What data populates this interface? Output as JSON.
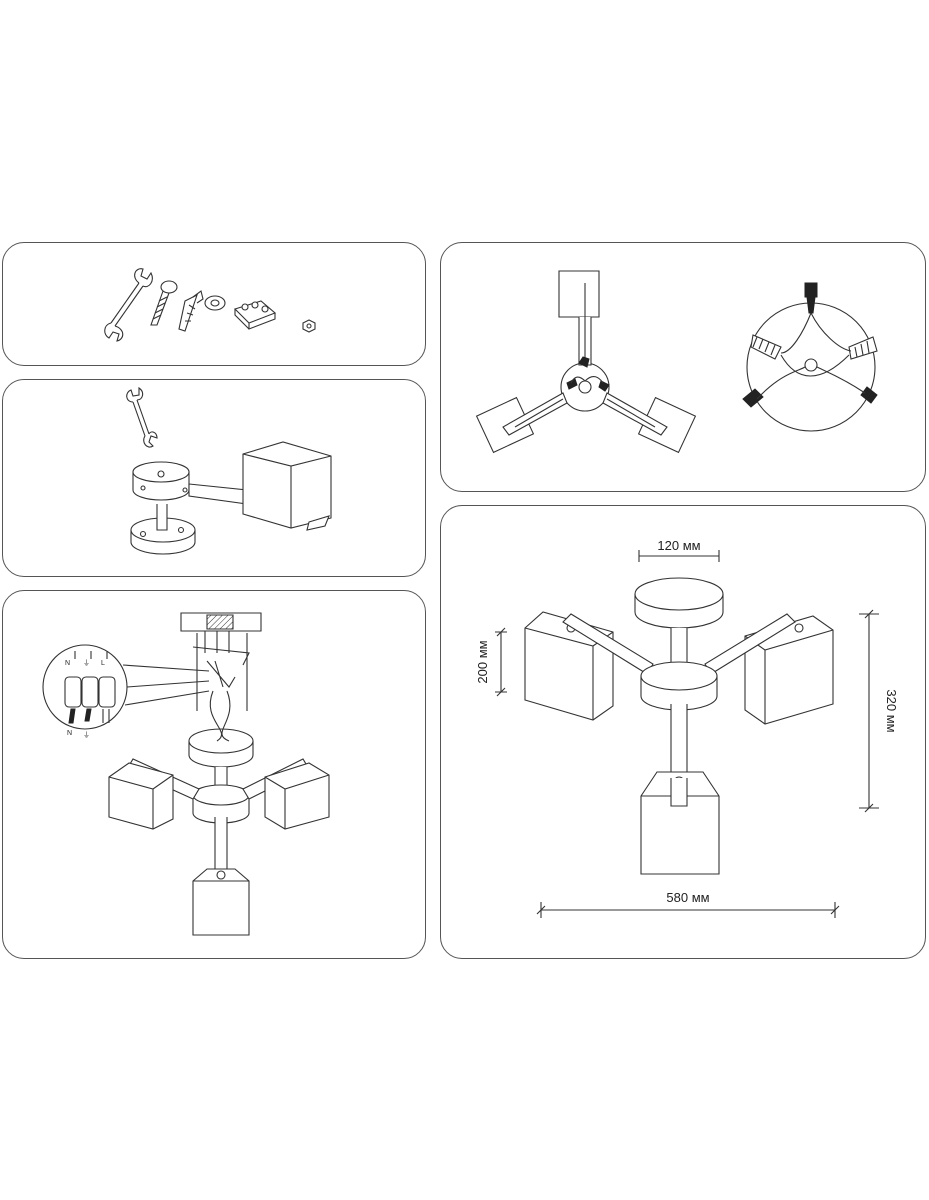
{
  "dimensions": {
    "canopy_diameter": "120 мм",
    "shade_height": "200 мм",
    "total_height": "320 мм",
    "total_width": "580 мм"
  },
  "wiring_labels": {
    "neutral": "N",
    "ground": "⏚",
    "live": "L"
  },
  "tools": [
    "wrench-icon",
    "screw-icon",
    "dowel-icon",
    "washer-icon",
    "terminal-block-icon",
    "nut-icon"
  ]
}
